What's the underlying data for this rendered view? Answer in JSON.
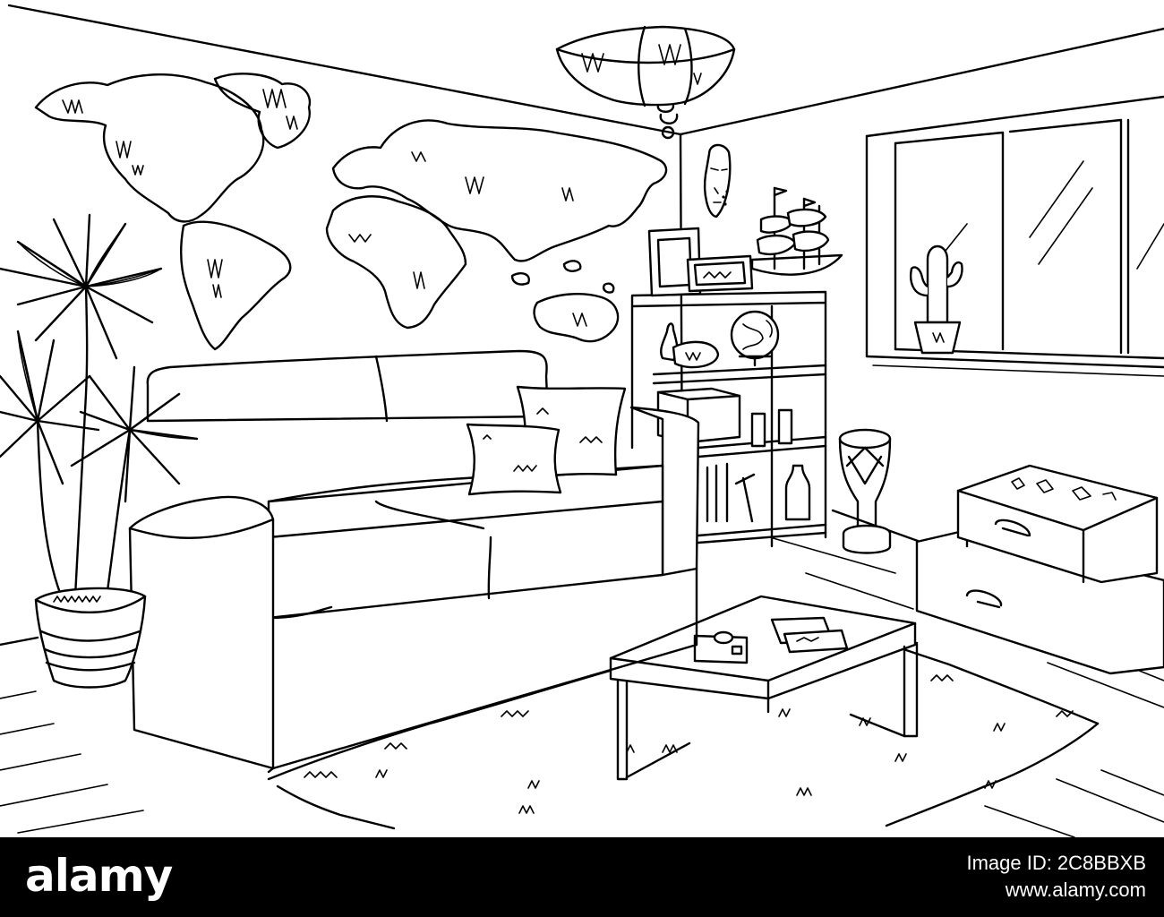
{
  "image": {
    "subject": "living-room-line-drawing",
    "style": "black ink sketch on white"
  },
  "banner": {
    "brand": "alamy",
    "image_id_label": "Image ID: 2C8BBXB",
    "url": "www.alamy.com",
    "background": "#000000",
    "text_color": "#ffffff"
  },
  "icons": [
    "world-map-icon",
    "ceiling-lamp-icon",
    "mask-icon",
    "sailboat-model-icon",
    "cactus-icon",
    "globe-icon",
    "drum-icon",
    "camera-icon",
    "palm-plant-icon"
  ]
}
